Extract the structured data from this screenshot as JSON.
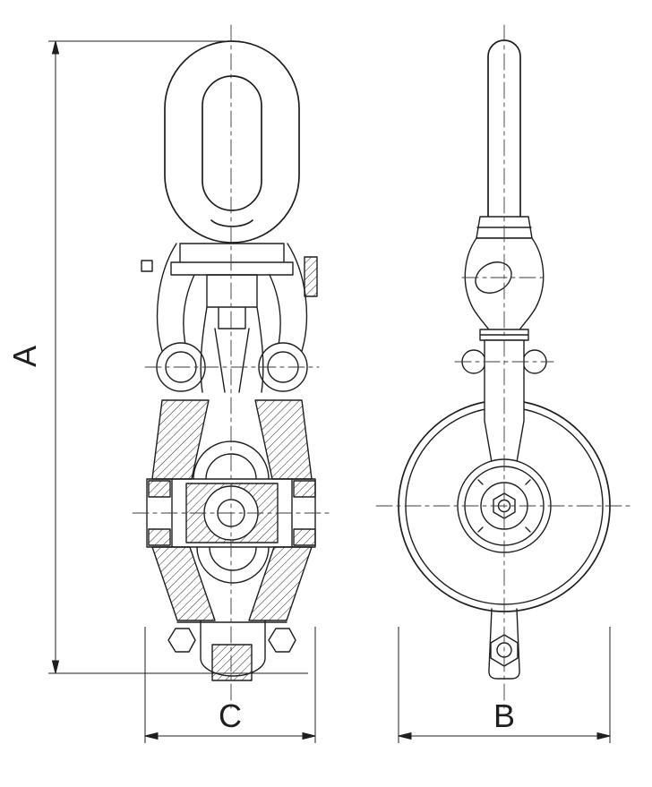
{
  "drawing": {
    "background_color": "#ffffff",
    "line_color": "#1f1f1f",
    "centerline_color": "#3c3c3c",
    "hatch_color": "#2b2b2b",
    "dimension_labels": {
      "A": "A",
      "B": "B",
      "C": "C"
    }
  }
}
